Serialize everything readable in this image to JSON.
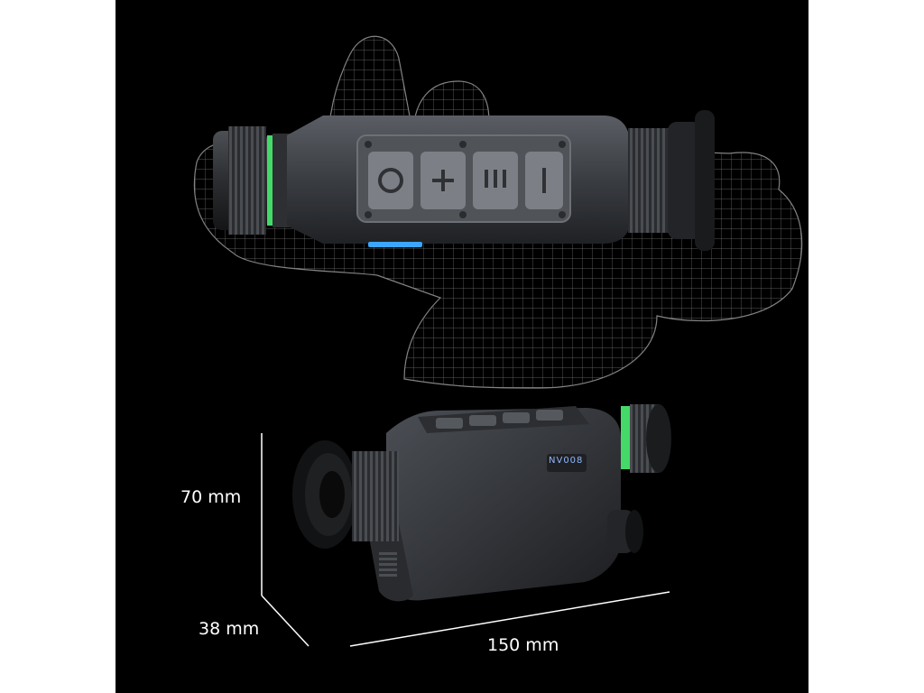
{
  "image": {
    "background": "#000000",
    "accent_green": "#45d96a",
    "accent_blue": "#3aa6ff"
  },
  "device": {
    "model_label": "NV008",
    "buttons": [
      {
        "name": "power-icon"
      },
      {
        "name": "plus-icon"
      },
      {
        "name": "menu-icon"
      },
      {
        "name": "minus-icon"
      }
    ]
  },
  "dimensions": {
    "height": "70 mm",
    "depth": "38 mm",
    "length": "150 mm"
  }
}
